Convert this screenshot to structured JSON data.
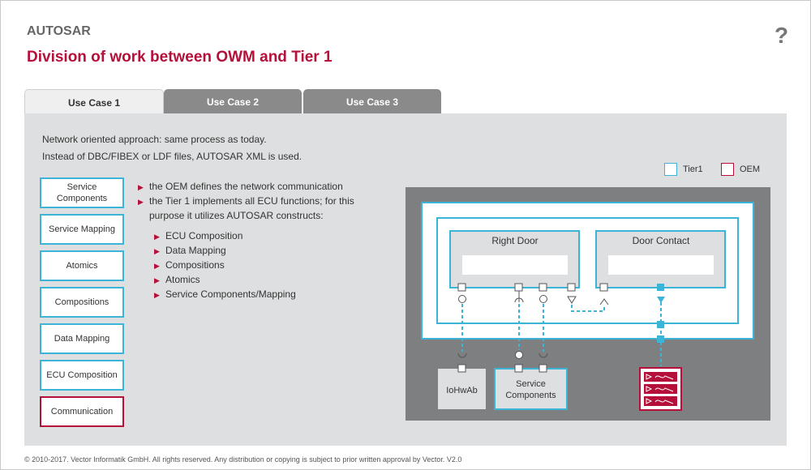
{
  "header": {
    "app_title": "AUTOSAR",
    "page_title": "Division of work between OWM and Tier 1",
    "help_label": "?"
  },
  "tabs": [
    {
      "label": "Use Case 1",
      "active": true
    },
    {
      "label": "Use Case 2",
      "active": false
    },
    {
      "label": "Use Case 3",
      "active": false
    }
  ],
  "intro": {
    "line1": "Network oriented approach: same process as today.",
    "line2": "Instead of DBC/FIBEX or LDF files, AUTOSAR XML is used."
  },
  "legend": {
    "tier1": "Tier1",
    "oem": "OEM"
  },
  "side_buttons": [
    {
      "label": "Service Components",
      "selected": false
    },
    {
      "label": "Service Mapping",
      "selected": false
    },
    {
      "label": "Atomics",
      "selected": false
    },
    {
      "label": "Compositions",
      "selected": false
    },
    {
      "label": "Data Mapping",
      "selected": false
    },
    {
      "label": "ECU Composition",
      "selected": false
    },
    {
      "label": "Communication",
      "selected": true
    }
  ],
  "bullets": {
    "main1": "the OEM defines the network communication",
    "main2_line1": "the Tier 1 implements all ECU functions; for this",
    "main2_line2": "purpose it utilizes AUTOSAR constructs:",
    "sub": [
      "ECU Composition",
      "Data Mapping",
      "Compositions",
      "Atomics",
      "Service Components/Mapping"
    ]
  },
  "diagram": {
    "right_door": "Right Door",
    "door_contact": "Door Contact",
    "iohwab": "IoHwAb",
    "service_components_line1": "Service",
    "service_components_line2": "Components"
  },
  "colors": {
    "tier1": "#3cb4d8",
    "oem": "#b5103a",
    "panel": "#dedfe0",
    "diagram_bg": "#7d7f81"
  },
  "footer": "© 2010-2017. Vector Informatik GmbH. All rights reserved. Any distribution or copying is subject to prior written approval by Vector. V2.0"
}
